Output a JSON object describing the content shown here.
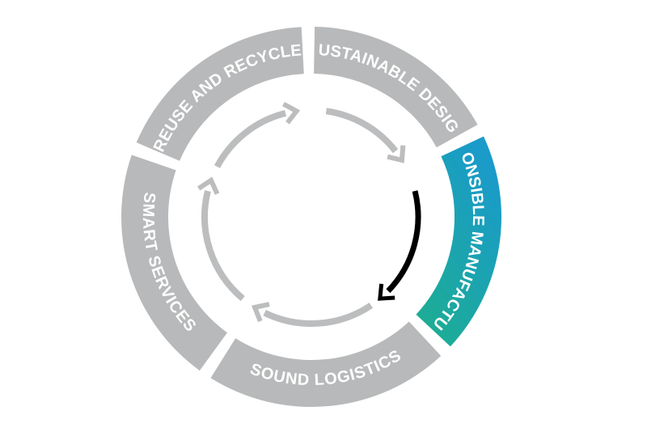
{
  "colors": {
    "segment_gray": "#b8b9ba",
    "active_gradient_start": "#1daf8e",
    "active_gradient_end": "#1a9bc9",
    "arrow_gray": "#bcbdbe",
    "arrow_active": "#000000",
    "label_text": "#ffffff"
  },
  "segments": [
    {
      "id": "sustainable-design",
      "label": "SUSTAINABLE DESIGN",
      "active": false
    },
    {
      "id": "responsible-manufacturing",
      "label": "RESPONSIBLE MANUFACTURING",
      "active": true
    },
    {
      "id": "sound-logistics",
      "label": "SOUND LOGISTICS",
      "active": false
    },
    {
      "id": "smart-services",
      "label": "SMART SERVICES",
      "active": false
    },
    {
      "id": "reuse-and-recycle",
      "label": "REUSE AND RECYCLE",
      "active": false
    }
  ]
}
